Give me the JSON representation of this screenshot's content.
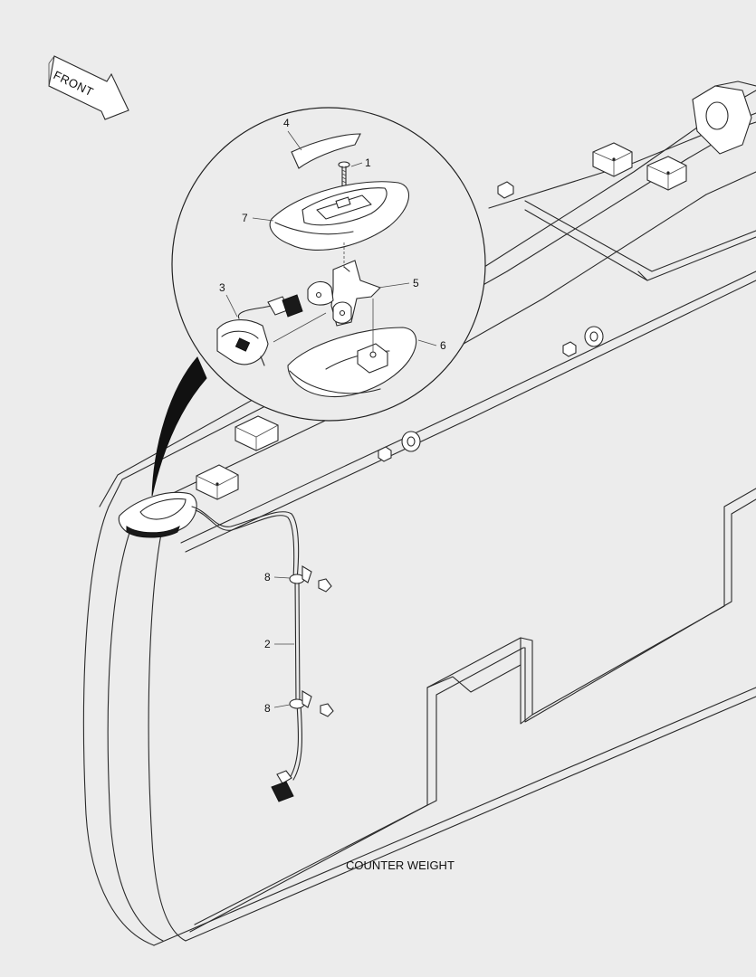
{
  "diagram": {
    "direction_label": "FRONT",
    "caption": "COUNTER WEIGHT",
    "callouts": {
      "c1": "1",
      "c2": "2",
      "c3": "3",
      "c4": "4",
      "c5": "5",
      "c6": "6",
      "c7": "7",
      "c8a": "8",
      "c8b": "8"
    }
  }
}
